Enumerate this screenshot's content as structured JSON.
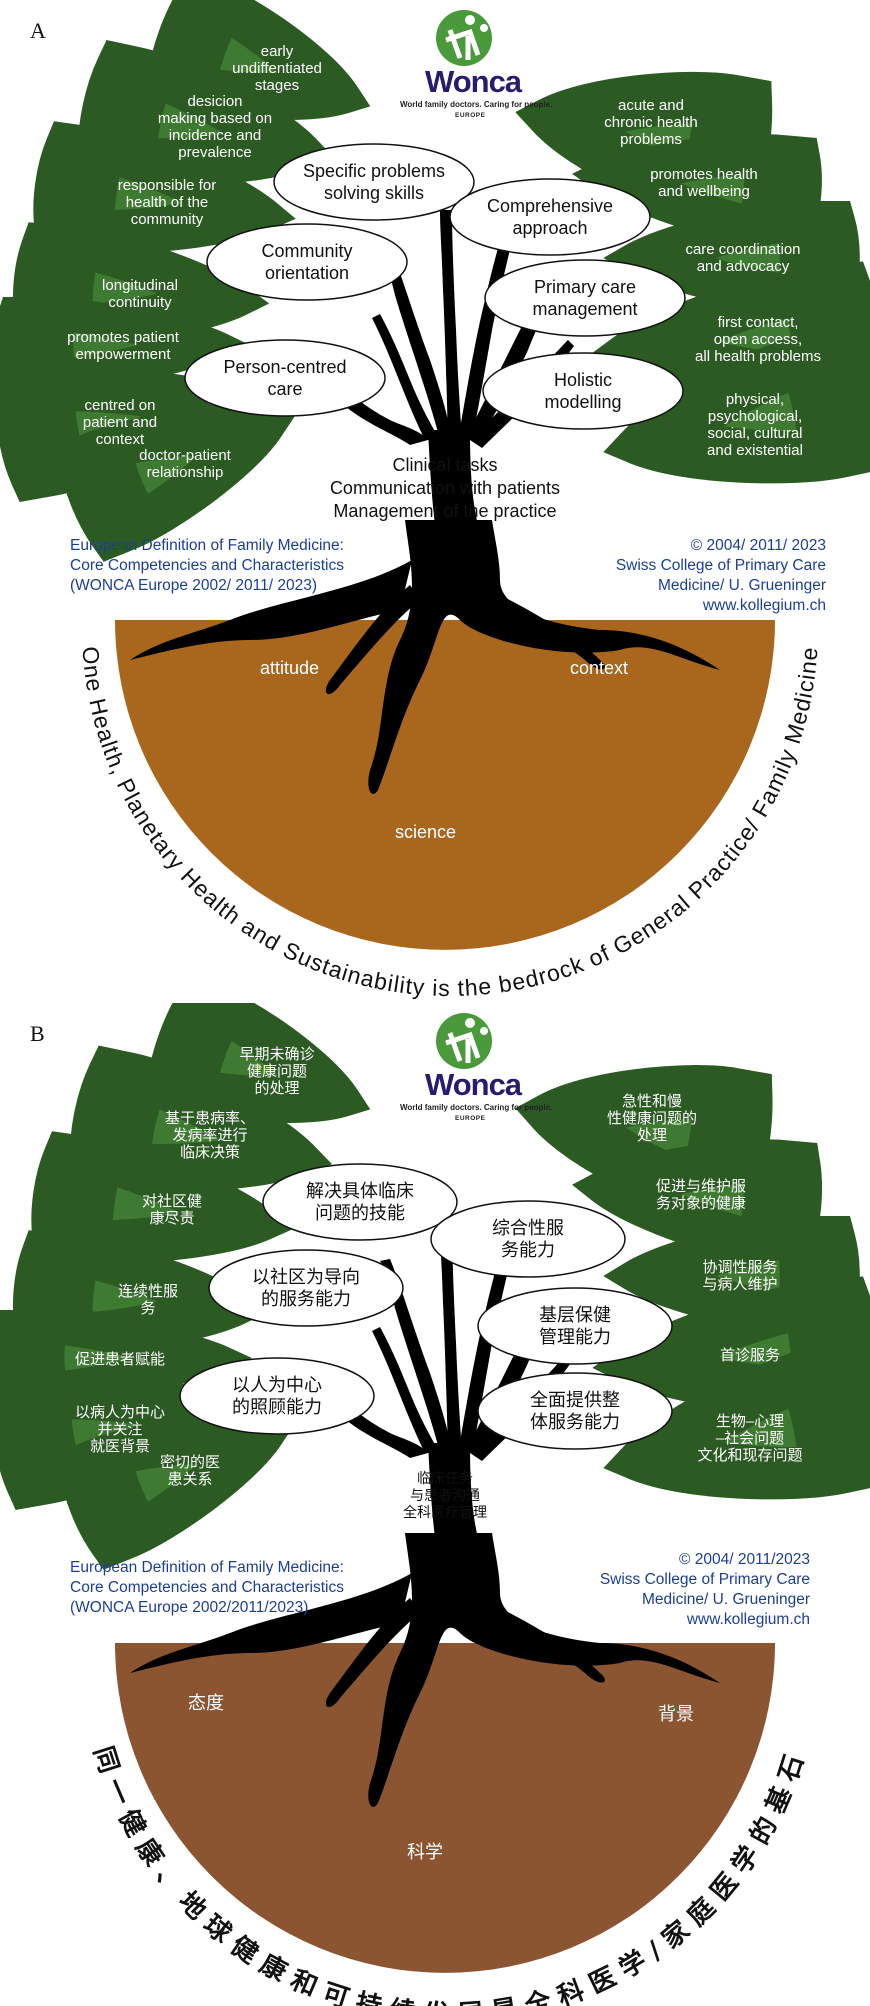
{
  "panel_a": {
    "letter": "A",
    "logo": {
      "word": "Wonca",
      "tagline": "World family doctors. Caring for people.",
      "region": "EUROPE"
    },
    "ellipses": {
      "specific": [
        "Specific problems",
        "solving skills"
      ],
      "comprehensive": [
        "Comprehensive",
        "approach"
      ],
      "community": [
        "Community",
        "orientation"
      ],
      "primary": [
        "Primary care",
        "management"
      ],
      "person": [
        "Person-centred",
        "care"
      ],
      "holistic": [
        "Holistic",
        "modelling"
      ]
    },
    "leaves": {
      "early": [
        "early",
        "undiffentiated",
        "stages"
      ],
      "decision": [
        "desicion",
        "making based on",
        "incidence and",
        "prevalence"
      ],
      "responsible": [
        "responsible for",
        "health of the",
        "community"
      ],
      "longitudinal": [
        "longitudinal",
        "continuity"
      ],
      "empowerment": [
        "promotes patient",
        "empowerment"
      ],
      "centred": [
        "centred on",
        "patient and",
        "context"
      ],
      "relationship": [
        "doctor-patient",
        "relationship"
      ],
      "acute": [
        "acute and",
        "chronic health",
        "problems"
      ],
      "promotes": [
        "promotes health",
        "and wellbeing"
      ],
      "coordination": [
        "care coordination",
        "and advocacy"
      ],
      "first": [
        "first contact,",
        "open access,",
        "all health problems"
      ],
      "physical": [
        "physical,",
        "psychological,",
        "social, cultural",
        "and existential"
      ]
    },
    "tasks": [
      "Clinical tasks",
      "Communication with patients",
      "Management of the practice"
    ],
    "left_credit": [
      "European Definition of Family Medicine:",
      "Core Competencies and Characteristics",
      "(WONCA Europe 2002/ 2011/ 2023)"
    ],
    "right_credit": [
      "© 2004/ 2011/ 2023",
      "Swiss College of Primary Care",
      "Medicine/ U. Grueninger",
      "www.kollegium.ch"
    ],
    "soil": {
      "attitude": "attitude",
      "context": "context",
      "science": "science"
    },
    "arc": "One Health, Planetary Health and Sustainability is the bedrock of General Practice/ Family Medicine"
  },
  "panel_b": {
    "letter": "B",
    "logo": {
      "word": "Wonca",
      "tagline": "World family doctors. Caring for people.",
      "region": "EUROPE"
    },
    "ellipses": {
      "specific": [
        "解决具体临床",
        "问题的技能"
      ],
      "comprehensive": [
        "综合性服",
        "务能力"
      ],
      "community": [
        "以社区为导向",
        "的服务能力"
      ],
      "primary": [
        "基层保健",
        "管理能力"
      ],
      "person": [
        "以人为中心",
        "的照顾能力"
      ],
      "holistic": [
        "全面提供整",
        "体服务能力"
      ]
    },
    "leaves": {
      "early": [
        "早期未确诊",
        "健康问题",
        "的处理"
      ],
      "decision": [
        "基于患病率、",
        "发病率进行",
        "临床决策"
      ],
      "responsible": [
        "对社区健",
        "康尽责"
      ],
      "longitudinal": [
        "连续性服",
        "务"
      ],
      "empowerment": [
        "促进患者赋能"
      ],
      "centred": [
        "以病人为中心",
        "并关注",
        "就医背景"
      ],
      "relationship": [
        "密切的医",
        "患关系"
      ],
      "acute": [
        "急性和慢",
        "性健康问题的",
        "处理"
      ],
      "promotes": [
        "促进与维护服",
        "务对象的健康"
      ],
      "coordination": [
        "协调性服务",
        "与病人维护"
      ],
      "first": [
        "首诊服务"
      ],
      "physical": [
        "生物–心理",
        "–社会问题",
        "文化和现存问题"
      ]
    },
    "tasks": [
      "临床任务",
      "与患者沟通",
      "全科医疗管理"
    ],
    "left_credit": [
      "European Definition of Family Medicine:",
      "Core Competencies and Characteristics",
      "(WONCA Europe 2002/2011/2023)"
    ],
    "right_credit": [
      "©  2004/ 2011/2023",
      "Swiss College of Primary Care",
      "Medicine/ U. Grueninger",
      "www.kollegium.ch"
    ],
    "soil": {
      "attitude": "态度",
      "context": "背景",
      "science": "科学"
    },
    "arc": "同一健康、地球健康和可持续发展是全科医学/家庭医学的基石"
  },
  "colors": {
    "leaf": "#3f7a33",
    "soil_a": "#a9671e",
    "soil_b": "#8a5530",
    "ink": "#000000",
    "blue": "#1c3f94",
    "logo_green": "#4a9a3c",
    "logo_purple": "#2a1a6e"
  }
}
